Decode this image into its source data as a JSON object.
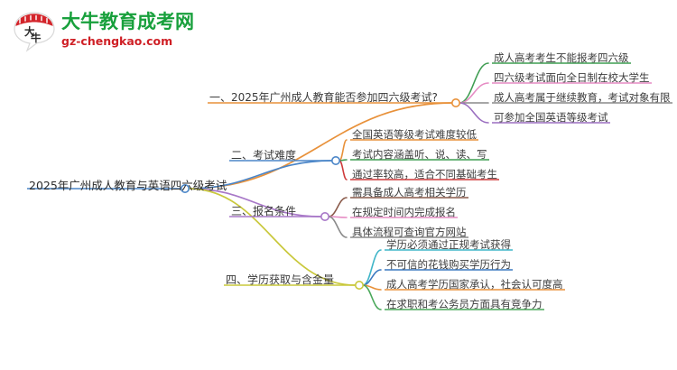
{
  "logo": {
    "mark_text": "大牛",
    "title": "大牛教育成考网",
    "subtitle": "gz-chengkao.com",
    "title_color": "#18a03c",
    "subtitle_color": "#cf2026",
    "mark_color": "#d3252b"
  },
  "mindmap": {
    "root": {
      "label": "2025年广州成人教育与英语四六级考试",
      "color": "#4b86c8"
    },
    "branches": [
      {
        "label": "一、2025年广州成人教育能否参加四六级考试?",
        "color": "#e8913a",
        "children": [
          {
            "label": "成人高考考生不能报考四六级",
            "color": "#3f9d52"
          },
          {
            "label": "四六级考试面向全日制在校大学生",
            "color": "#e68cc4"
          },
          {
            "label": "成人高考属于继续教育，考试对象有限",
            "color": "#8a8a8a"
          },
          {
            "label": "可参加全国英语等级考试",
            "color": "#9b6fc0"
          }
        ]
      },
      {
        "label": "二、考试难度",
        "color": "#4b86c8",
        "children": [
          {
            "label": "全国英语等级考试难度较低",
            "color": "#e8913a"
          },
          {
            "label": "考试内容涵盖听、说、读、写",
            "color": "#3f9d52"
          },
          {
            "label": "通过率较高，适合不同基础考生",
            "color": "#cf3a3a"
          }
        ]
      },
      {
        "label": "三、报名条件",
        "color": "#a878c8",
        "children": [
          {
            "label": "需具备成人高考相关学历",
            "color": "#8a5a4a"
          },
          {
            "label": "在规定时间内完成报名",
            "color": "#e68cc4"
          },
          {
            "label": "具体流程可查询官方网站",
            "color": "#8a8a8a"
          }
        ]
      },
      {
        "label": "四、学历获取与含金量",
        "color": "#c9c83c",
        "children": [
          {
            "label": "学历必须通过正规考试获得",
            "color": "#3fb5c8"
          },
          {
            "label": "不可信的花钱购买学历行为",
            "color": "#3a78c0"
          },
          {
            "label": "成人高考学历国家承认，社会认可度高",
            "color": "#e8913a"
          },
          {
            "label": "在求职和考公务员方面具有竞争力",
            "color": "#4aa85a"
          }
        ]
      }
    ]
  }
}
